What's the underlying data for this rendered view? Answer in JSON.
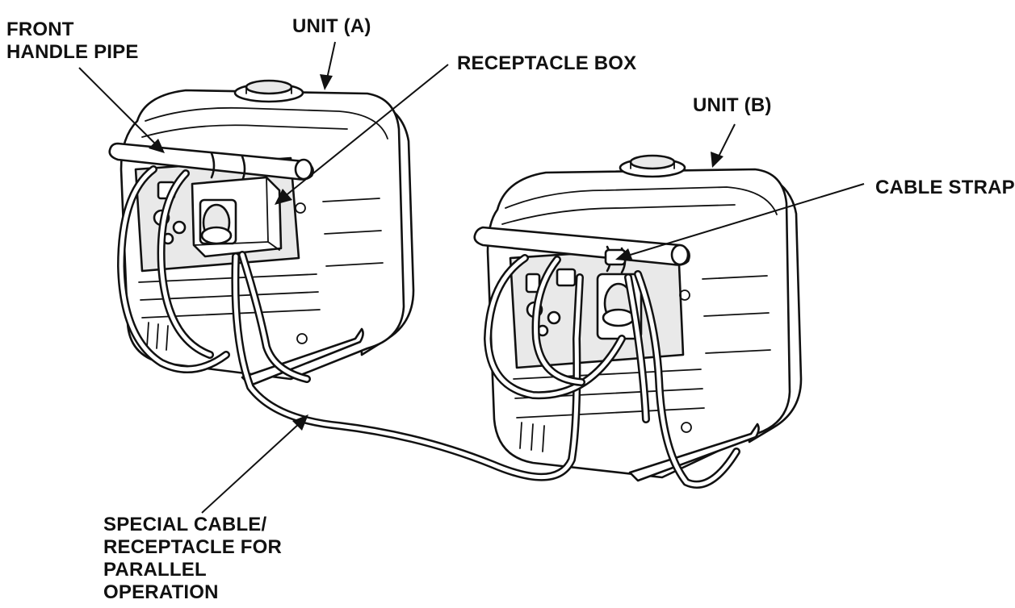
{
  "labels": {
    "front_handle_pipe": [
      "FRONT",
      "HANDLE PIPE"
    ],
    "unit_a": "UNIT (A)",
    "receptacle_box": "RECEPTACLE BOX",
    "unit_b": "UNIT (B)",
    "cable_strap": "CABLE STRAP",
    "special_cable": [
      "SPECIAL CABLE/",
      "RECEPTACLE FOR",
      "PARALLEL",
      "OPERATION"
    ]
  }
}
